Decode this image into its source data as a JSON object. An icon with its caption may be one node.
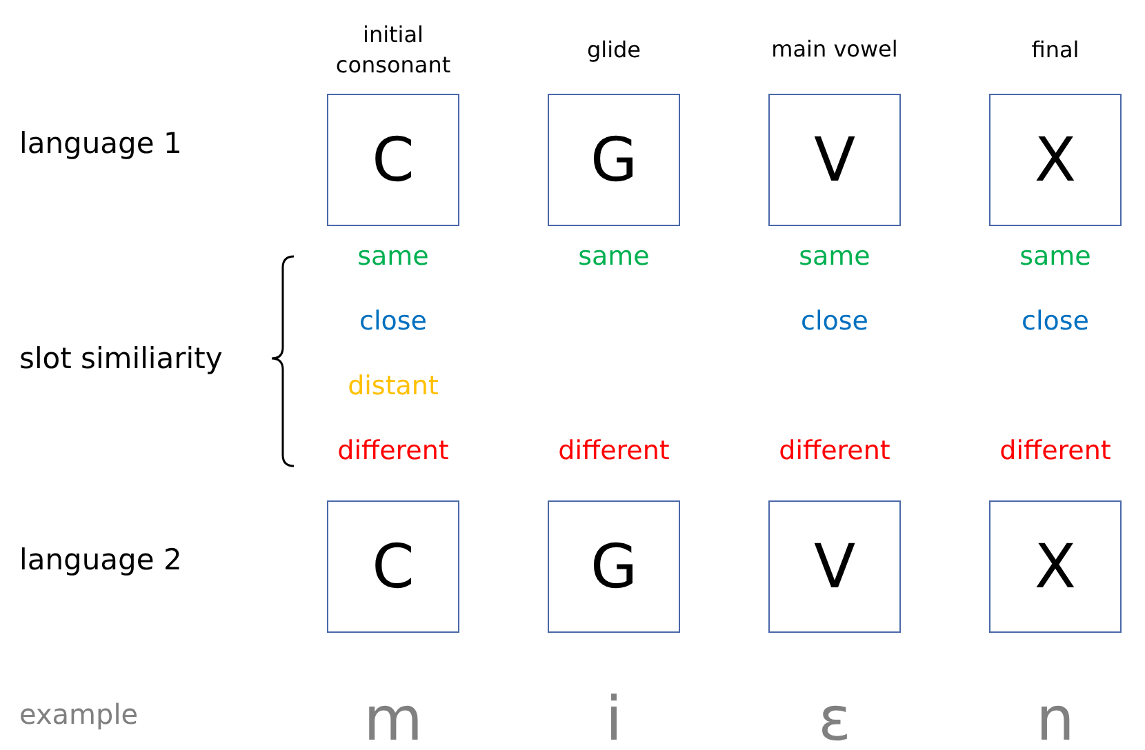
{
  "diagram": {
    "nodes": [
      {
        "text": [
          "C"
        ]
      },
      {
        "text": [
          "G"
        ]
      },
      {
        "text": [
          "V"
        ]
      },
      {
        "text": [
          "X"
        ]
      },
      {
        "text": [
          "C"
        ]
      },
      {
        "text": [
          "G"
        ]
      },
      {
        "text": [
          "V"
        ]
      },
      {
        "text": [
          "X"
        ]
      }
    ],
    "labels": [
      "initial consonant",
      "glide",
      "main vowel",
      "final",
      "language 1",
      "same",
      "same",
      "same",
      "same",
      "close",
      "close",
      "close",
      "slot similiarity",
      "distant",
      "different",
      "different",
      "different",
      "different",
      "language 2",
      "example",
      "m",
      "i",
      "ɛ",
      "n"
    ]
  }
}
